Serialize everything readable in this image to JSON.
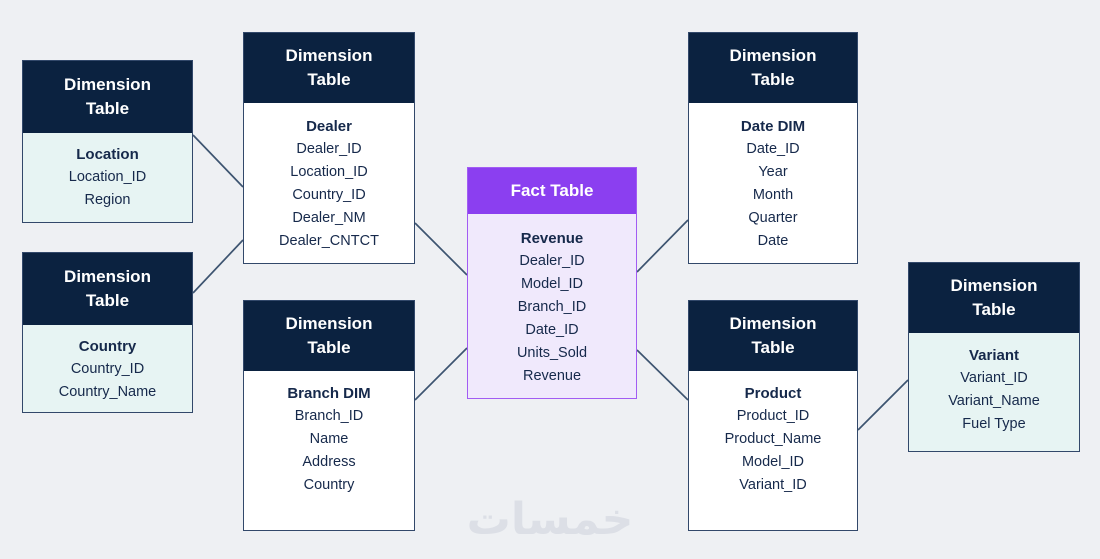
{
  "colors": {
    "background": "#eef0f3",
    "dim_header_bg": "#0b2240",
    "dim_header_text": "#ffffff",
    "dim_border": "#32486a",
    "mint_body_bg": "#e7f4f3",
    "white_body_bg": "#ffffff",
    "body_text": "#16294b",
    "fact_header_bg": "#8b3ff0",
    "fact_border": "#a25cf3",
    "fact_body_bg": "#f0e9fc",
    "connector": "#3d5470",
    "watermark": "#dcdfe6"
  },
  "tables": [
    {
      "id": "location",
      "header": "Dimension Table",
      "title": "Location",
      "fields": [
        "Location_ID",
        "Region"
      ]
    },
    {
      "id": "country",
      "header": "Dimension Table",
      "title": "Country",
      "fields": [
        "Country_ID",
        "Country_Name"
      ]
    },
    {
      "id": "dealer",
      "header": "Dimension Table",
      "title": "Dealer",
      "fields": [
        "Dealer_ID",
        "Location_ID",
        "Country_ID",
        "Dealer_NM",
        "Dealer_CNTCT"
      ]
    },
    {
      "id": "branch",
      "header": "Dimension Table",
      "title": "Branch DIM",
      "fields": [
        "Branch_ID",
        "Name",
        "Address",
        "Country"
      ]
    },
    {
      "id": "fact",
      "header": "Fact Table",
      "title": "Revenue",
      "fields": [
        "Dealer_ID",
        "Model_ID",
        "Branch_ID",
        "Date_ID",
        "Units_Sold",
        "Revenue"
      ]
    },
    {
      "id": "date",
      "header": "Dimension Table",
      "title": "Date DIM",
      "fields": [
        "Date_ID",
        "Year",
        "Month",
        "Quarter",
        "Date"
      ]
    },
    {
      "id": "product",
      "header": "Dimension Table",
      "title": "Product",
      "fields": [
        "Product_ID",
        "Product_Name",
        "Model_ID",
        "Variant_ID"
      ]
    },
    {
      "id": "variant",
      "header": "Dimension Table",
      "title": "Variant",
      "fields": [
        "Variant_ID",
        "Variant_Name",
        "Fuel Type"
      ]
    }
  ],
  "connections": [
    {
      "from": "location",
      "to": "dealer"
    },
    {
      "from": "country",
      "to": "dealer"
    },
    {
      "from": "dealer",
      "to": "fact"
    },
    {
      "from": "branch",
      "to": "fact"
    },
    {
      "from": "fact",
      "to": "date"
    },
    {
      "from": "fact",
      "to": "product"
    },
    {
      "from": "product",
      "to": "variant"
    }
  ],
  "watermark": "خمسات"
}
